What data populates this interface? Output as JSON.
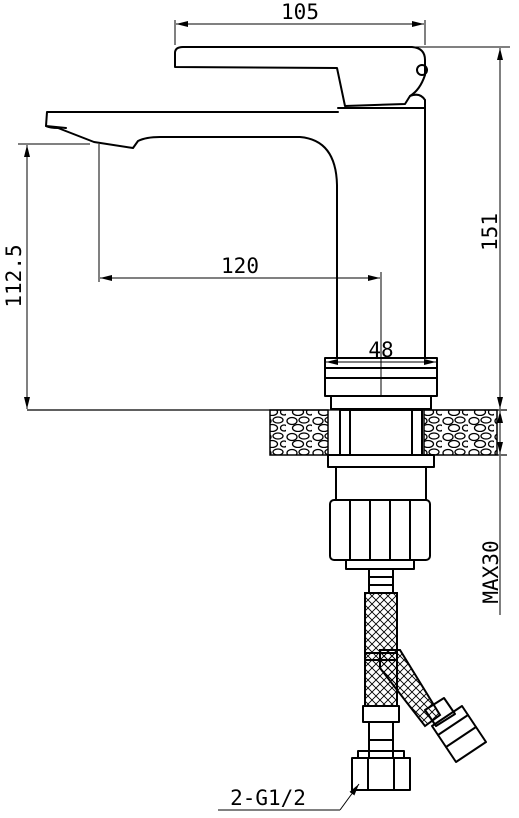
{
  "dimensions": {
    "spout_top_width": "105",
    "total_height": "151",
    "spout_height": "112.5",
    "spout_reach": "120",
    "base_diameter": "48",
    "max_counter_thickness": "MAX30",
    "hose_thread": "2-G1/2"
  }
}
